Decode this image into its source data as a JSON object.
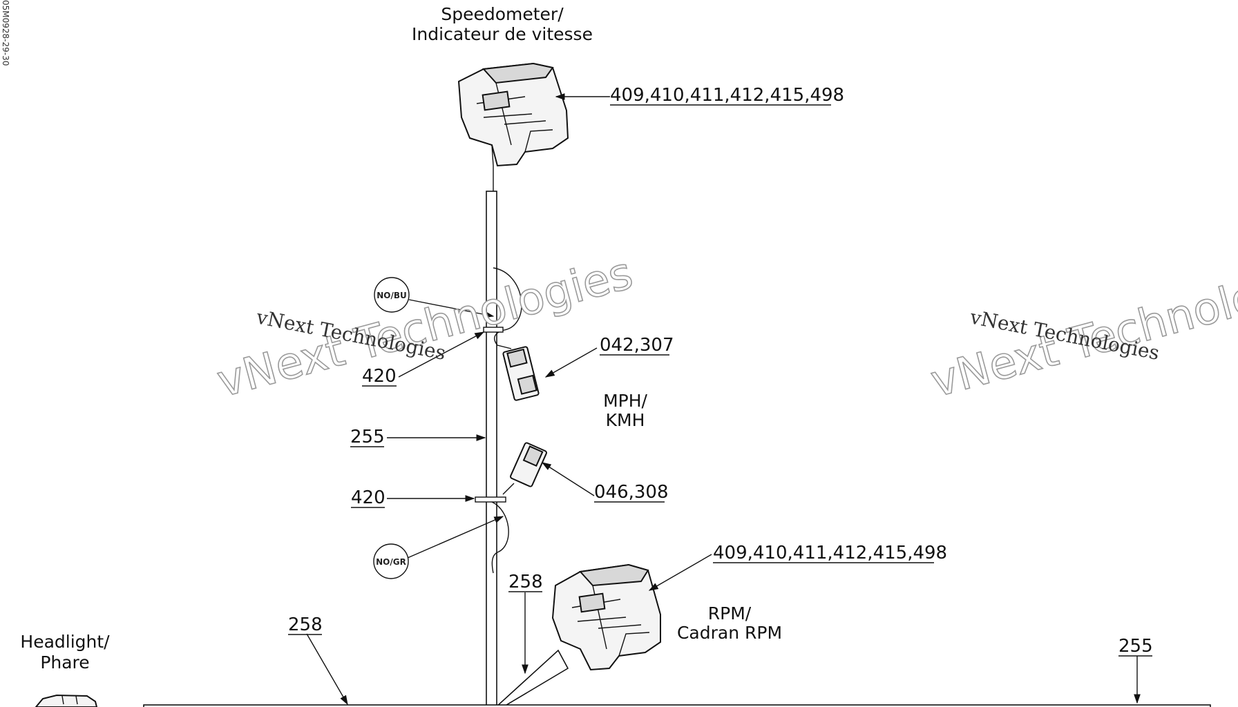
{
  "side_code": "05M0928-29-30",
  "labels": {
    "speedometer_line1": "Speedometer/",
    "speedometer_line2": "Indicateur de vitesse",
    "mph_line1": "MPH/",
    "mph_line2": "KMH",
    "rpm_line1": "RPM/",
    "rpm_line2": "Cadran RPM",
    "headlight_line1": "Headlight/",
    "headlight_line2": "Phare"
  },
  "refs": {
    "speedo_connector": "409,410,411,412,415,498",
    "mph_connector_upper": "042,307",
    "mph_connector_lower": "046,308",
    "rpm_connector": "409,410,411,412,415,498",
    "tie_upper": "420",
    "tie_lower": "420",
    "harness_main": "255",
    "harness_right": "255",
    "branch_rpm": "258",
    "branch_left": "258"
  },
  "wire_colors": {
    "upper": "NO/BU",
    "lower": "NO/GR"
  },
  "watermark": {
    "big": "vNext Technologies",
    "small": "vNext Technologies"
  }
}
